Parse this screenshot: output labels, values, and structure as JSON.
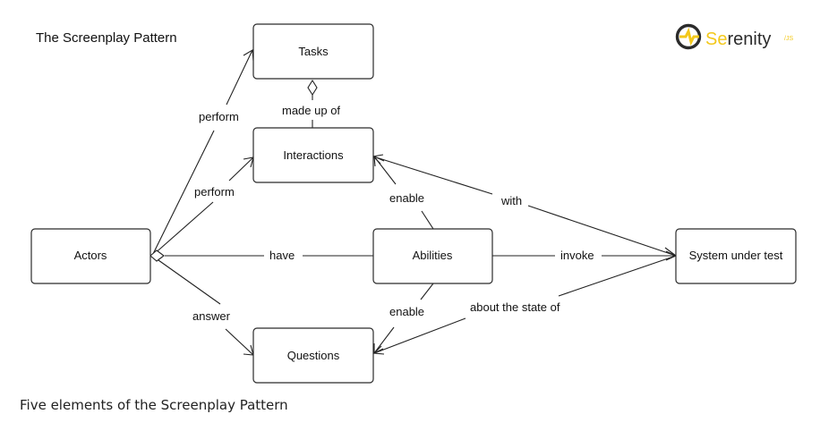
{
  "title": "The Screenplay Pattern",
  "caption": "Five elements of the Screenplay Pattern",
  "logo": {
    "brand": "Serenity",
    "brand_prefix": "Se",
    "brand_rest": "renity",
    "suffix": "/JS",
    "icon": "serenity-logo-icon",
    "accent_color": "#f3c81a",
    "dark_color": "#2b2b2b"
  },
  "nodes": {
    "tasks": "Tasks",
    "interactions": "Interactions",
    "actors": "Actors",
    "abilities": "Abilities",
    "questions": "Questions",
    "system": "System under test"
  },
  "edges": {
    "actors_tasks": "perform",
    "actors_interactions": "perform",
    "actors_abilities": "have",
    "actors_questions": "answer",
    "tasks_interactions": "made up of",
    "abilities_interactions": "enable",
    "abilities_questions": "enable",
    "abilities_system": "invoke",
    "interactions_system": "with",
    "questions_system": "about the state of"
  }
}
